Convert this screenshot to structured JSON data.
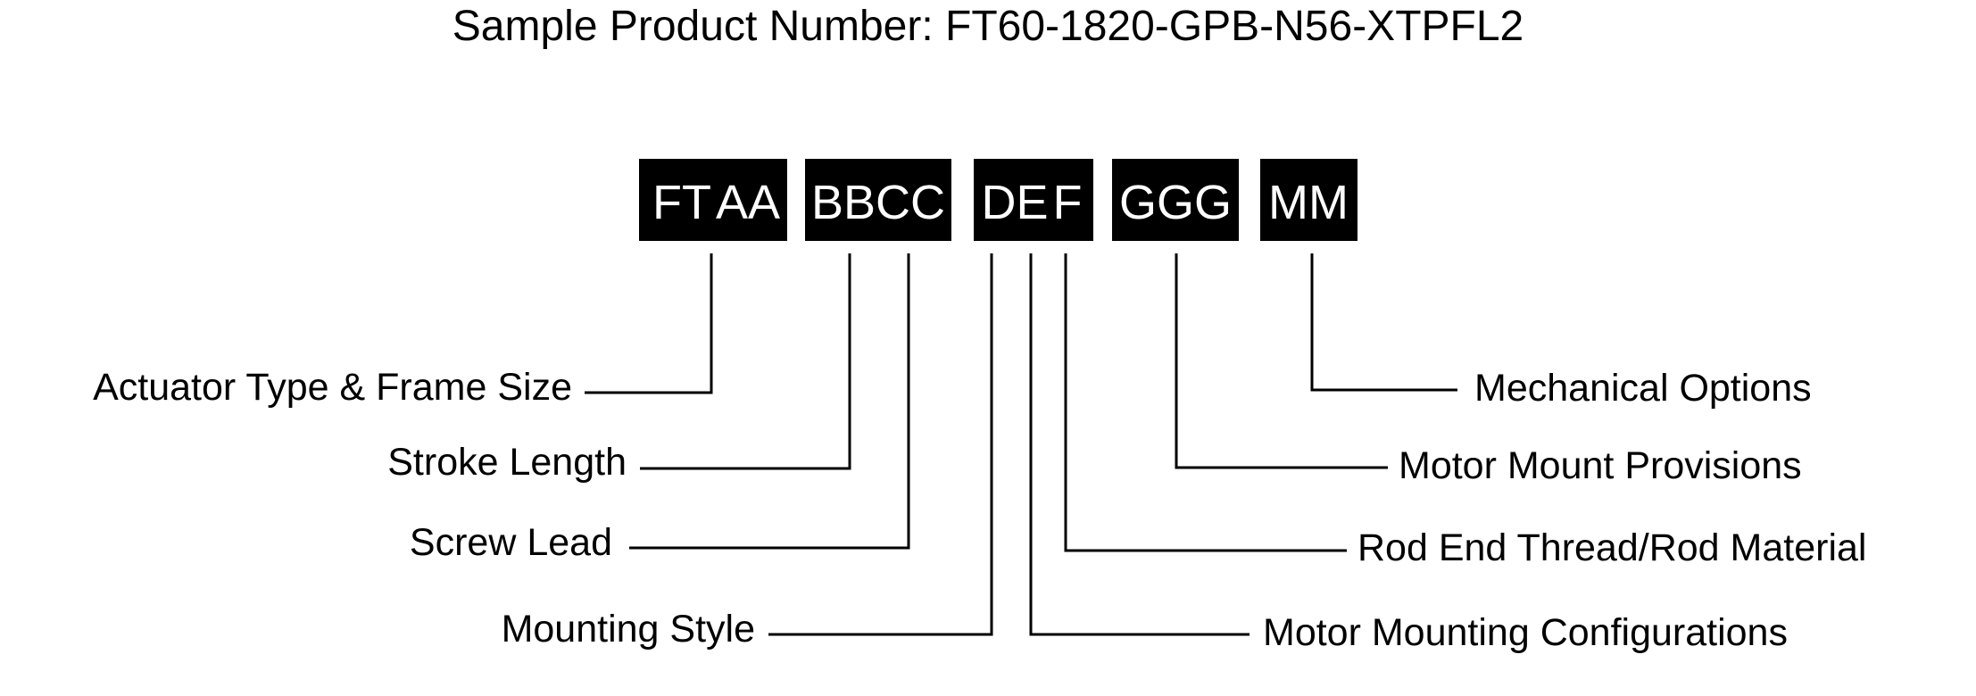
{
  "title": "Sample Product Number: FT60-1820-GPB-N56-XTPFL2",
  "colors": {
    "box_fill": "#000000",
    "box_text": "#ffffff",
    "line": "#000000",
    "background": "#ffffff"
  },
  "code_boxes": [
    {
      "id": "ftaa",
      "parts": [
        "FT",
        "AA"
      ]
    },
    {
      "id": "bbcc",
      "parts": [
        "BBCC"
      ]
    },
    {
      "id": "def",
      "parts": [
        "DE",
        "F"
      ]
    },
    {
      "id": "ggg",
      "parts": [
        "GGG"
      ]
    },
    {
      "id": "mm",
      "parts": [
        "MM"
      ]
    }
  ],
  "left_labels": [
    "Actuator Type & Frame Size",
    "Stroke Length",
    "Screw Lead",
    "Mounting Style"
  ],
  "right_labels": [
    "Mechanical Options",
    "Motor Mount Provisions",
    "Rod End Thread/Rod Material",
    "Motor Mounting Configurations"
  ]
}
